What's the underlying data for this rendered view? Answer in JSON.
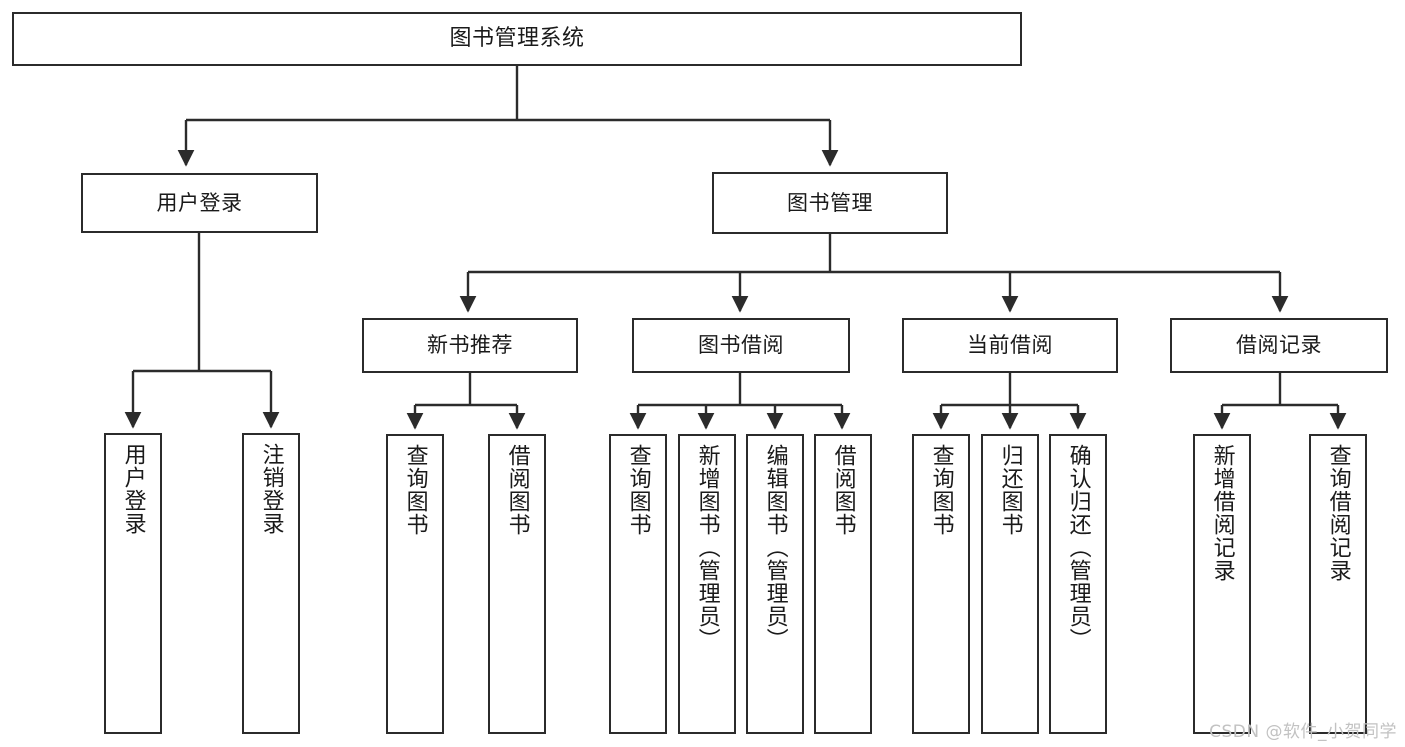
{
  "diagram": {
    "title": "图书管理系统",
    "type": "tree-hierarchy",
    "root": {
      "label": "图书管理系统"
    },
    "level2": [
      {
        "label": "用户登录"
      },
      {
        "label": "图书管理"
      }
    ],
    "level3": [
      {
        "label": "新书推荐"
      },
      {
        "label": "图书借阅"
      },
      {
        "label": "当前借阅"
      },
      {
        "label": "借阅记录"
      }
    ],
    "leaves": {
      "user_login": [
        {
          "label": "用户登录"
        },
        {
          "label": "注销登录"
        }
      ],
      "new_book_recommend": [
        {
          "label": "查询图书"
        },
        {
          "label": "借阅图书"
        }
      ],
      "book_borrow": [
        {
          "label": "查询图书"
        },
        {
          "label": "新增图书（管理员）"
        },
        {
          "label": "编辑图书（管理员）"
        },
        {
          "label": "借阅图书"
        }
      ],
      "current_borrow": [
        {
          "label": "查询图书"
        },
        {
          "label": "归还图书"
        },
        {
          "label": "确认归还（管理员）"
        }
      ],
      "borrow_record": [
        {
          "label": "新增借阅记录"
        },
        {
          "label": "查询借阅记录"
        }
      ]
    }
  },
  "watermark": {
    "text": "CSDN @软件_小贺同学"
  },
  "colors": {
    "border": "#2b2b2b",
    "text": "#1a1a1a",
    "background": "#ffffff",
    "watermark": "#c2c2c2"
  }
}
